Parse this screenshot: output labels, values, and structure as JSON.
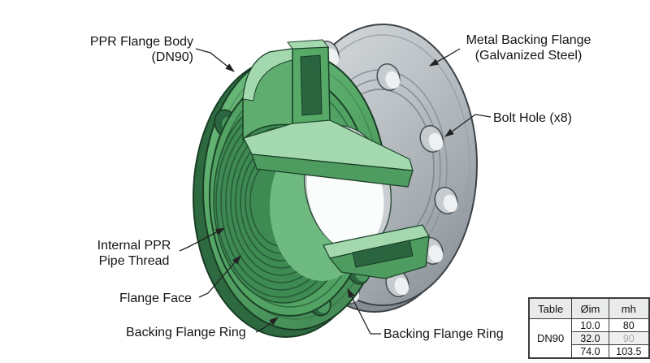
{
  "labels": {
    "ppr_body_1": "PPR Flange Body",
    "ppr_body_2": "(DN90)",
    "metal_1": "Metal Backing Flange",
    "metal_2": "(Galvanized Steel)",
    "bolt_hole": "Bolt Hole (x8)",
    "thread_1": "Internal PPR",
    "thread_2": "Pipe Thread",
    "flange_face": "Flange Face",
    "backing_ring_left": "Backing Flange Ring",
    "backing_ring_right": "Backing Flange Ring"
  },
  "table": {
    "headers": [
      "Table",
      "Øim",
      "mh"
    ],
    "group_label": "DN90",
    "rows": [
      {
        "dia": "10.0",
        "mh": "80"
      },
      {
        "dia": "32.0",
        "mh": "90"
      },
      {
        "dia": "74.0",
        "mh": "103.5"
      }
    ]
  },
  "colors": {
    "ppr_green": "#57a968",
    "ppr_green_bright": "#a4d8ae",
    "ppr_green_dark": "#2b6540",
    "metal_gray": "#bcc2c6",
    "outline": "#1a4228",
    "leader": "#222222",
    "label_text": "#141414",
    "muted_value": "#a9a9a9",
    "table_header_bg": "#e9eaea"
  }
}
